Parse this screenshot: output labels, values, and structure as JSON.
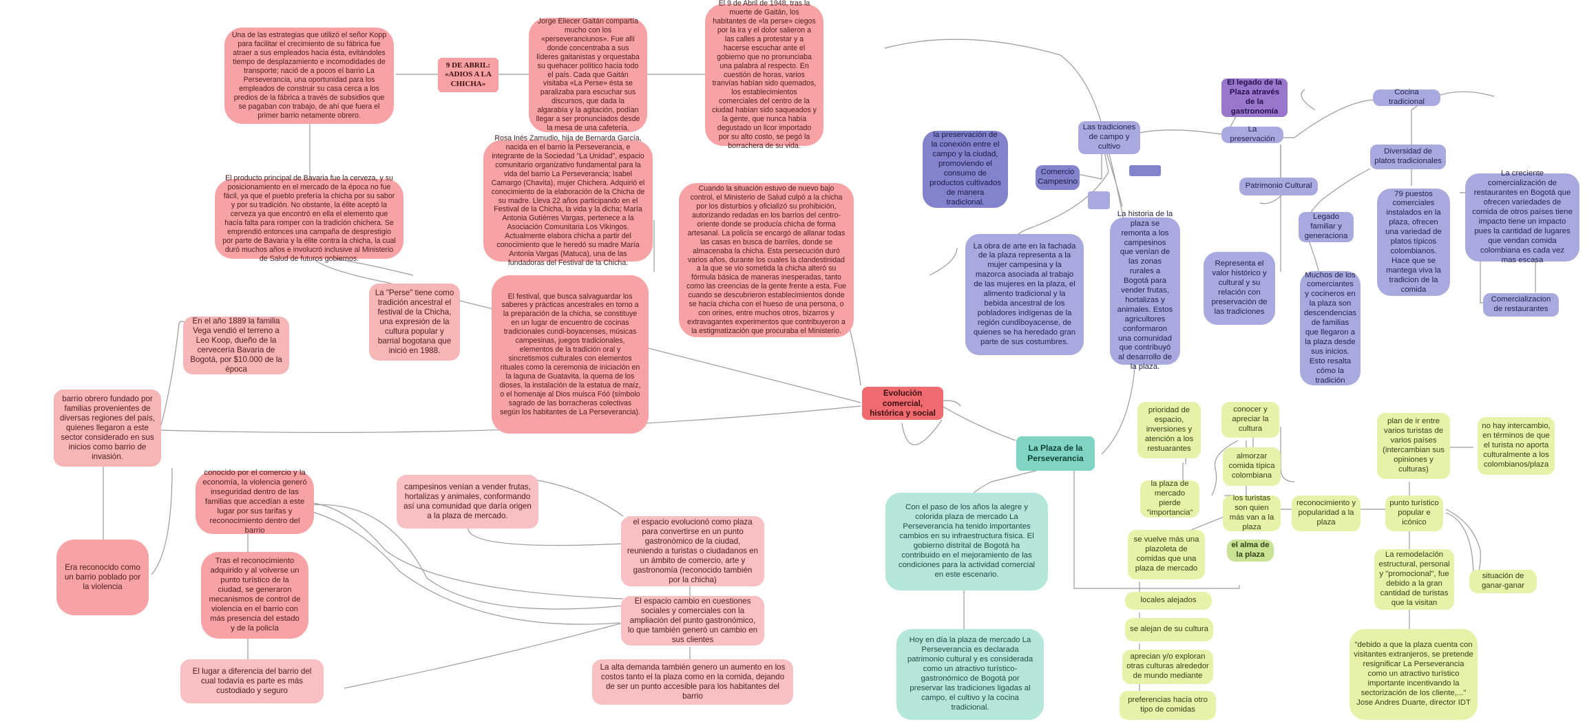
{
  "nodes": {
    "central": "Evolución comercial, histórica y social",
    "abril": "9 DE ABRIL: «ADIOS A LA CHICHA»",
    "kopp_strategy": "Una de las estrategias que utilizó el señor Kopp para facilitar el crecimiento de su fábrica fue atraer a sus empleados hacia ésta, evitándoles tiempo de desplazamiento e incomodidades de transporte; nació de a pocos el barrio La Perseverancia, una oportunidad para los empleados de construir su casa cerca a los predios de la fábrica a través de subsidios que se pagaban con trabajo, de ahí que fuera el primer barrio netamente obrero.",
    "gaitan": "Jorge Eliecer Gaitán compartía mucho con los «perseveranciunos». Fue allí donde concentraba a sus líderes gaitanistas y orquestaba su quehacer político hacia todo el país. Cada que Gaitán visitaba «La Perse» ésta se paralizaba para escuchar sus discursos, que dada la algarabía y la agitación, podían llegar a ser pronunciados desde la mesa de una cafetería.",
    "nueve_abril": "El 9 de Abril de 1948, tras la muerte de Gaitán, los habitantes de «la perse» ciegos por la ira y el dolor salieron a las calles a protestar y a hacerse escuchar ante el gobierno que no pronunciaba una palabra al respecto. En cuestión de horas, varios tranvías habían sido quemados, los establecimientos comerciales del centro de la ciudad habían sido saqueados y la gente, que nunca había degustado un licor importado por su alto costo, se pegó la borrachera de su vida.",
    "bavaria": "El producto principal de Bavaria fue la cerveza, y su posicionamiento en el mercado de la época no fue fácil, ya que el pueblo prefería la chicha por su sabor y por su tradición. No obstante, la élite aceptó la cerveza ya que encontró en ella el elemento que hacía falta para romper con la tradición chichera. Se emprendió entonces una campaña de desprestigio por parte de Bavaria y la élite contra la chicha, la cual duró muchos años e involucró inclusive al Ministerio de Salud de futuros gobiernos.",
    "rosa": "Rosa Inés Zamudio, hija de Bernarda García, nacida en el barrio la Perseverancia, e integrante de la Sociedad \"La Unidad\", espacio comunitario organizativo fundamental para la vida del barrio La Perseverancia; Isabel Camargo (Chavita), mujer Chichera. Adquirió el conocimiento de la elaboración de la Chicha de su madre. Lleva 22 años participando en el Festival de la Chicha, la vida y la dicha; María Antonia Gutiérres Vargas, pertenece a la Asociación Comunitaria Los Vikingos. Actualmente elabora chicha a partir del conocimiento que le heredó su madre María Antonia Vargas (Matuca), una de las fundadoras del Festival de la Chicha.",
    "ministerio": "Cuando la situación estuvo de nuevo bajo control, el Ministerio de Salud culpó a la chicha por los disturbios y oficializó su prohibición, autorizando redadas en los barrios del centro-oriente donde se producía chicha de forma artesanal. La policía se encargó de allanar todas las casas en busca de barriles, donde se almacenaba la chicha. Esta persecución duró varios años, durante los cuales la clandestinidad a la que se vio sometida la chicha alteró su fórmula básica de maneras inesperadas, tanto como las creencias de la gente frente a esta. Fue cuando se descubrieron establecimientos donde se hacía chicha con el hueso de una persona, o con orines, entre muchos otros, bizarros y extravagantes experimentos que contribuyeron a la estigmatización que procuraba el Ministerio.",
    "perse_tradicion": "La \"Perse\" tiene como tradición ancestral el festival de la Chicha, una expresión de la cultura popular y barrial bogotana que inició en 1988.",
    "festival": "El festival, que busca salvaguardar los saberes y prácticas ancestrales en torno a la preparación de la chicha, se constituye en un lugar de encuentro de cocinas tradicionales cundi-boyacenses, músicas campesinas, juegos tradicionales, elementos de la tradición oral y sincretismos culturales con elementos rituales como la ceremonia de iniciación en la laguna de Guatavita, la quema de los dioses, la instalación de la estatua de maíz, o el homenaje al Dios muisca Fóó (símbolo sagrado de las borracheras colectivas según los habitantes de La Perseverancia).",
    "vega": "En el  año 1889  la familia Vega vendió el terreno a Leo Koop, dueño de la cervecería Bavaria de Bogotá, por $10.000 de la época",
    "barrio_obrero": "barrio obrero fundado por familias provenientes de diversas regiones del país, quienes llegaron a este sector considerado en sus inicios como barrio de invasión.",
    "violencia": "Era reconocido como un barrio poblado por la violencia",
    "conocido": "conocido por el comercio  y  la economía, la violencia generó inseguridad dentro de las familias que accedían a este lugar por sus tarifas y reconocimiento dentro del barrio",
    "tras_reconocimiento": "Tras el reconocimiento adquirido y al volverse un punto turístico de la ciudad, se generaron mecanismos de control de violencia en el barrio con más presencia del estado y de la policía",
    "lugar_diferencia": "El lugar a diferencia del barrio del cual todavía es parte es más custodiado y seguro",
    "campesinos": "campesinos venían a vender frutas, hortalizas y animales,  conformando así una comunidad que daría origen a la plaza de mercado.",
    "espacio_evoluciono": "el espacio evolucionó como plaza para convertirse en un punto gastronómico de la ciudad, reuniendo a turistas o ciudadanos en un ámbito de comercio, arte y gastronomía (reconocido también por la chicha)",
    "espacio_cambio": "El espacio cambio en cuestiones sociales y comerciales con la ampliación del punto gastronómico, lo que también generó un cambio en sus clientes",
    "alta_demanda": "La alta demanda también genero un aumento en los costos tanto el la plaza como en la comida, dejando de ser un punto accesible para los habitantes del barrio",
    "plaza_main": "La Plaza de la Perseverancia",
    "teal_paso": "Con el paso de los años la alegre y colorida plaza de mercado La Perseverancia ha tenido importantes cambios en su infraestructura física. El gobierno distrital de Bogotá ha contribuido en el mejoramiento de las condiciones para la actividad comercial en este escenario.",
    "teal_hoy": "Hoy en día la plaza de mercado La Perseverancia es declarada patrimonio cultural y es considerada como un atractivo turístico-gastronómico de Bogotá por preservar las tradiciones ligadas al campo, el cultivo y la cocina tradicional.",
    "legado": "El legado de la Plaza através de la gastronomía",
    "preservacion": "La preservación",
    "cocina_tradicional": "Cocina tradicional",
    "diversidad": "Diversidad de platos tradicionales",
    "patrimonio": "Patrimonio Cultural",
    "tradiciones_campo": "Las tradiciones de campo y cultivo",
    "comercio_campesino": "Comercio Campesino",
    "preservacion_conexion": "la preservación de la conexión entre el campo y la ciudad, promoviendo el consumo de productos cultivados de manera tradicional.",
    "obra_arte": "La obra de arte en la fachada de la plaza representa a la mujer campesina y la mazorca asociada al trabajo de las mujeres en la plaza, el alimento tradicional y la bebida ancestral de los pobladores indígenas de la región cundiboyacense, de quienes se ha heredado gran parte de sus costumbres.",
    "historia_plaza": "La historia de la plaza se remonta a los campesinos que venían de las zonas rurales a Bogotá para vender frutas, hortalizas y animales. Estos agricultores conformaron una comunidad que contribuyó al desarrollo de la plaza.",
    "representa": "Representa el valor histórico y cultural y su relación con preservación de las tradiciones",
    "legado_familiar": "Legado familiar y generaciona",
    "muchos_comerciantes": "Muchos de los comerciantes y cocineros en la plaza son descendencias de familias que llegaron a la plaza desde sus inicios. Esto resalta cómo la tradición",
    "puestos": "79 puestos comerciales instalados en la plaza, ofrecen una variedad de platos típicos colombianos. Hace que se mantega viva la tradicion de la comida",
    "creciente": "La creciente comercialización de restaurantes en Bogotá que ofrecen variedades de comida de otros países tiene impacto tiene un impacto pues la cantidad de lugares que vendan comida colombiana es cada vez mas escasa",
    "comercializacion": "Comercializacion de restaurantes",
    "prioridad": "prioridad de espacio, inversiones y atención a los restuarantes",
    "conocer": "conocer y apreciar la cultura",
    "almorzar": "almorzar comida típica colombiana",
    "plaza_pierde": "la plaza de mercado pierde \"importancia\"",
    "turistas_son": "los turistas son quien más van a la plaza",
    "reconocimiento_pop": "reconocimiento y popularidad a la plaza",
    "punto_turistico": "punto turístico popular e icónico",
    "plan_intercambio": "plan de ir entre varios turistas de varios países (intercambian sus opiniones y culturas)",
    "no_intercambio": "no hay intercambio, en términos de que el turista no aporta culturalmente a los colombianos/plaza",
    "plazoleta": "se vuelve más una plazoleta de comidas que una plaza de mercado",
    "alma": "el alma de la plaza",
    "remodelacion": "La remodelación estructural, personal y \"promocional\", fue debido a la gran cantidad de turistas que la visitan",
    "situacion": "situación de ganar-ganar",
    "quote": "\"debido a que la plaza cuenta con visitantes extranjeros, se pretende resignificar La Perseverancia como un atractivo turístico importante incentivando la sectorización de los cliente,...\"\nJose Andres Duarte, director IDT",
    "alejados": "locales alejados",
    "alejan": "se alejan de su cultura",
    "aprecian": "aprecian y/o exploran otras culturas alrededor de mundo mediante",
    "preferencias": "preferencias hacia otro tipo de comidas"
  },
  "colors": {
    "red": "#f7a3a5",
    "central": "#f06b6f",
    "teal": "#7fd4c4",
    "lilac": "#a8a9de",
    "purple": "#9977cc",
    "lime": "#e7f2a8",
    "connector": "#9a9a9a"
  }
}
